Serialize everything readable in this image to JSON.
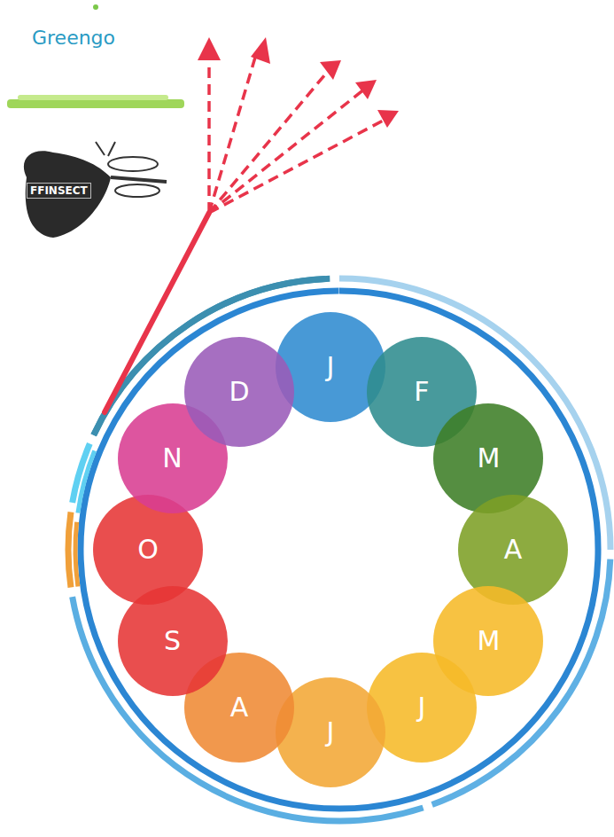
{
  "diagram": {
    "nodes": [
      {
        "text": [
          "J"
        ]
      },
      {
        "text": [
          "F"
        ]
      },
      {
        "text": [
          "M"
        ]
      },
      {
        "text": [
          "A"
        ]
      },
      {
        "text": [
          "M"
        ]
      },
      {
        "text": [
          "J"
        ]
      },
      {
        "text": [
          "J"
        ]
      },
      {
        "text": [
          "A"
        ]
      },
      {
        "text": [
          "S"
        ]
      },
      {
        "text": [
          "O"
        ]
      },
      {
        "text": [
          "N"
        ]
      },
      {
        "text": [
          "D"
        ]
      }
    ],
    "labels": [
      "Greengo",
      "FFINSECT"
    ]
  }
}
